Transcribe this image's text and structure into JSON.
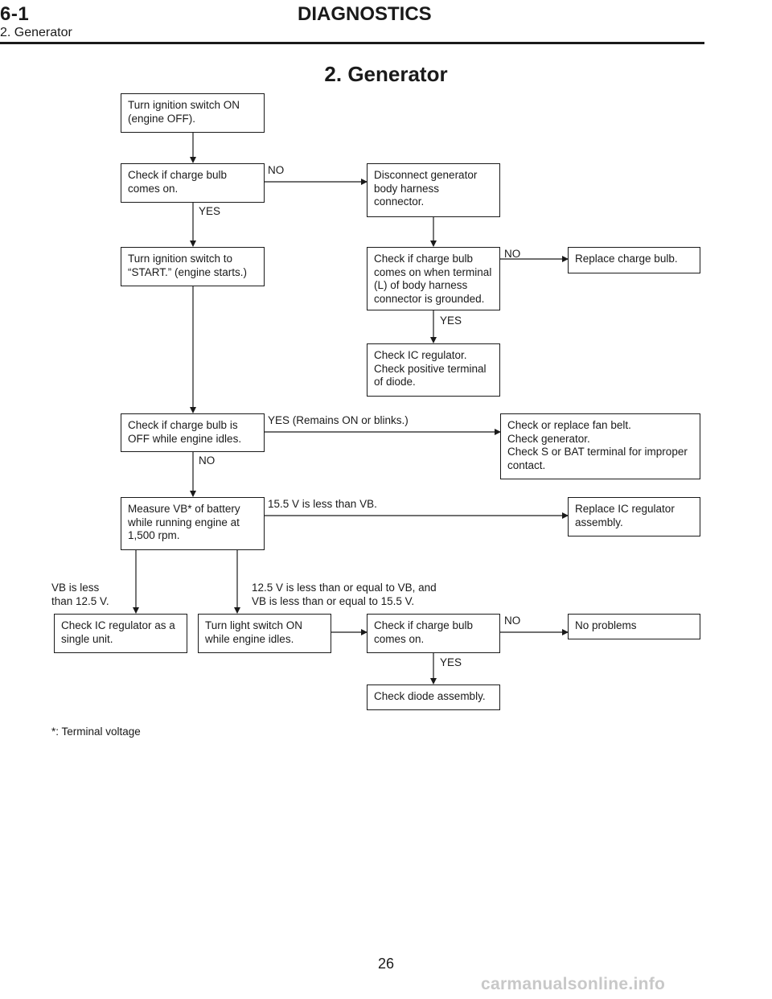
{
  "header": {
    "section": "6-1",
    "title": "DIAGNOSTICS",
    "subtitle": "2. Generator"
  },
  "page_title": "2. Generator",
  "boxes": {
    "turn_ignition_on": "Turn ignition switch ON\n(engine OFF).",
    "check_bulb_on": "Check if charge bulb\ncomes on.",
    "disconnect_harness": "Disconnect generator\nbody harness\nconnector.",
    "turn_ignition_start": "Turn ignition switch to\n“START.” (engine starts.)",
    "check_bulb_terminal_grounded": "Check if charge bulb\ncomes on when terminal\n(L) of body harness\nconnector is grounded.",
    "replace_bulb": "Replace charge bulb.",
    "check_ic_regulator_diode": "Check IC regulator.\nCheck positive terminal\nof diode.",
    "check_bulb_off_idle": "Check if charge bulb is\nOFF while engine idles.",
    "check_fan_belt": "Check or replace fan belt.\nCheck generator.\nCheck S or BAT terminal for improper\ncontact.",
    "measure_vb": "Measure VB* of battery\nwhile running engine at\n1,500 rpm.",
    "replace_ic_regulator": "Replace IC regulator\nassembly.",
    "check_ic_single": "Check IC regulator as a\nsingle unit.",
    "turn_light_switch": "Turn light switch ON\nwhile engine idles.",
    "check_bulb_on_2": "Check if charge bulb\ncomes on.",
    "no_problems": "No problems",
    "check_diode": "Check diode assembly."
  },
  "labels": {
    "no_1": "NO",
    "yes_1": "YES",
    "no_2": "NO",
    "yes_2": "YES",
    "yes_remains": "YES (Remains ON or blinks.)",
    "no_3": "NO",
    "v_less_vb": "15.5 V is less than VB.",
    "vb_less_125": "VB is less\nthan 12.5 V.",
    "v_range": "12.5 V is less than or equal to VB, and\nVB is less than or equal to 15.5 V.",
    "no_4": "NO",
    "yes_3": "YES"
  },
  "footnote": "*: Terminal voltage",
  "page_number": "26",
  "watermark": "carmanualsonline.info"
}
